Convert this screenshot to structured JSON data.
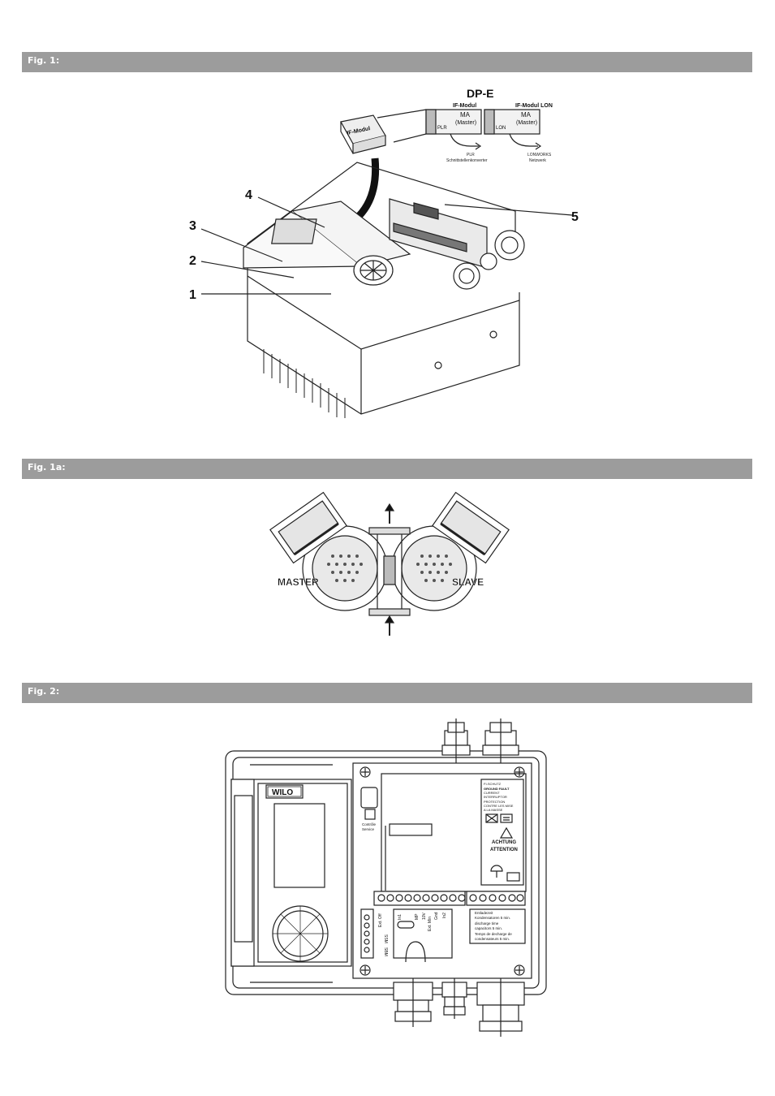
{
  "fig1": {
    "caption": "Fig. 1:",
    "diagram_title": "DP-E",
    "module_left": {
      "title": "IF-Modul",
      "ma": "MA",
      "master": "(Master)",
      "port": "PLR",
      "target_line1": "PLR",
      "target_line2": "Schnittstellenkonverter"
    },
    "module_right": {
      "title": "IF-Modul LON",
      "ma": "MA",
      "master": "(Master)",
      "port": "LON",
      "target_line1": "LONWORKS",
      "target_line2": "Netzwerk"
    },
    "plug_label": "IF-Modul",
    "callouts": [
      "1",
      "2",
      "3",
      "4",
      "5"
    ]
  },
  "fig1a": {
    "caption": "Fig. 1a:",
    "master_label": "MASTER",
    "slave_label": "SLAVE"
  },
  "fig2": {
    "caption": "Fig. 2:",
    "brand": "WILO",
    "service_label_1": "Contrôle",
    "service_label_2": "Service",
    "warning": {
      "title_line1": "FI-SCHUTZ",
      "title_line2": "GROUND FAULT",
      "title_line3": "CURRENT",
      "title_line4": "INTERRUPTOR",
      "title_line5": "PROTECTION",
      "title_line6": "CONTRE LES MISE",
      "title_line7": "A LA MASSE",
      "achtung": "ACHTUNG",
      "attention": "ATTENTION"
    },
    "discharge": {
      "line1": "Entladezeit",
      "line2": "Kondensatoren 5 min.",
      "line3": "discharge time",
      "line4": "capacitors 5 min.",
      "line5": "Temps de decharge de",
      "line6": "condensateurs 5 min."
    },
    "terminals": [
      "Ext. Off",
      "MP",
      "In1",
      "In2",
      "Gnd",
      "Ext. Min",
      "10V",
      "SSM",
      "SBM"
    ]
  }
}
